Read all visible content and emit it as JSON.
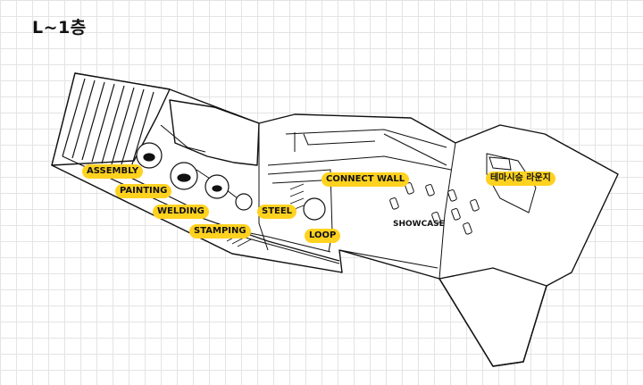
{
  "floor": {
    "title": "L~1층"
  },
  "zones": [
    {
      "id": "assembly",
      "label": "ASSEMBLY"
    },
    {
      "id": "painting",
      "label": "PAINTING"
    },
    {
      "id": "welding",
      "label": "WELDING"
    },
    {
      "id": "stamping",
      "label": "STAMPING"
    },
    {
      "id": "steel",
      "label": "STEEL"
    },
    {
      "id": "loop",
      "label": "LOOP"
    },
    {
      "id": "connect_wall",
      "label": "CONNECT WALL"
    },
    {
      "id": "theme_lounge",
      "label": "테마시승 라운지"
    }
  ],
  "areas": {
    "showcase": "SHOWCASE"
  },
  "colors": {
    "tag_fill": "#ffd21f",
    "outline": "#111111",
    "grid": "#e4e4e4"
  }
}
